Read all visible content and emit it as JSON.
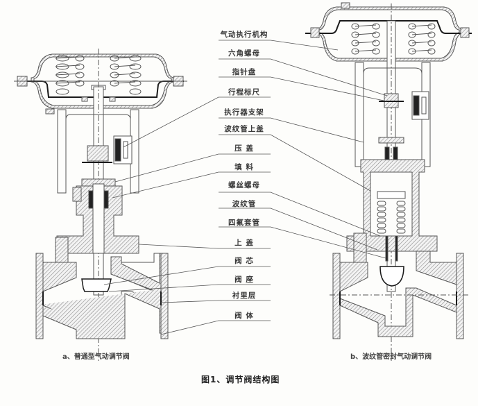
{
  "figure": {
    "title": "图1、调节阀结构图",
    "captions": {
      "left": "a、普通型气动调节阀",
      "right": "b、波纹管密封气动调节阀"
    }
  },
  "labels": [
    {
      "id": "pneumatic-actuator",
      "text": "气动执行机构"
    },
    {
      "id": "hex-nut",
      "text": "六角螺母"
    },
    {
      "id": "pointer-disc",
      "text": "指针盘"
    },
    {
      "id": "stroke-scale",
      "text": "行程标尺"
    },
    {
      "id": "actuator-bracket",
      "text": "执行器支架"
    },
    {
      "id": "bellows-top-cover",
      "text": "波纹管上盖"
    },
    {
      "id": "gland",
      "text": "压  盖"
    },
    {
      "id": "packing",
      "text": "填  料"
    },
    {
      "id": "screw-nut",
      "text": "螺丝螺母"
    },
    {
      "id": "bellows",
      "text": "波纹管"
    },
    {
      "id": "ptfe-sleeve",
      "text": "四氟套管"
    },
    {
      "id": "bonnet",
      "text": "上  盖"
    },
    {
      "id": "valve-plug",
      "text": "阀  芯"
    },
    {
      "id": "valve-seat",
      "text": "阀  座"
    },
    {
      "id": "lining",
      "text": "衬里层"
    },
    {
      "id": "valve-body",
      "text": "阀  体"
    }
  ],
  "colors": {
    "line": "#555555",
    "hatch": "#8a8a8a",
    "dark": "#1a1a1a",
    "background": "#fdfdfb"
  }
}
